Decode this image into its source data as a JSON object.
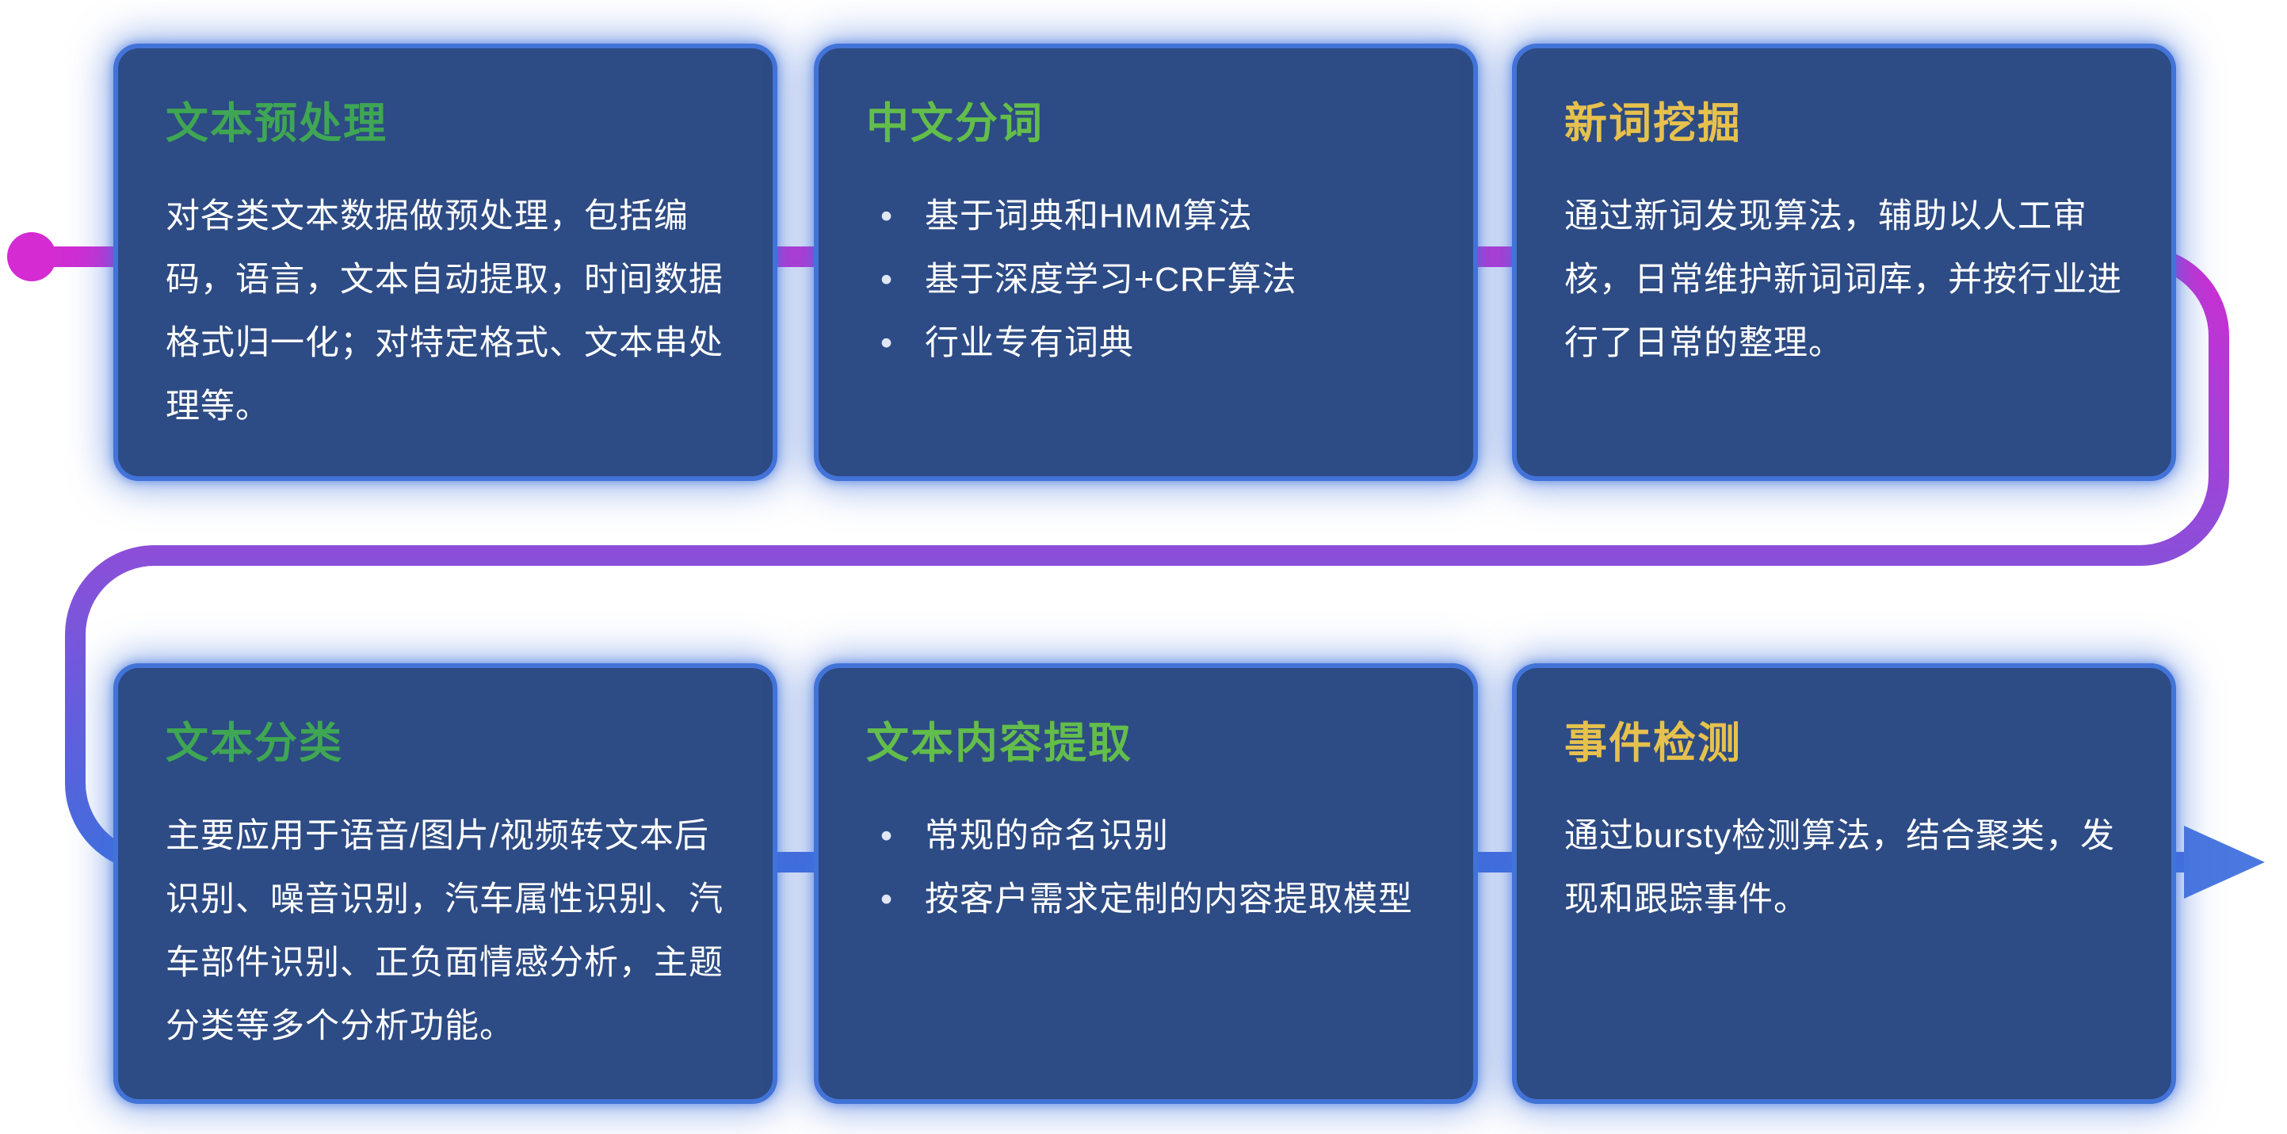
{
  "flow": {
    "start_color": "#d42bd2",
    "mid_color": "#8a4fd9",
    "end_color": "#3f6fdf"
  },
  "cards": [
    {
      "id": "text-preprocessing",
      "title": "文本预处理",
      "title_color": "#3fa653",
      "type": "paragraph",
      "body": "对各类文本数据做预处理，包括编码，语言，文本自动提取，时间数据格式归一化；对特定格式、文本串处理等。"
    },
    {
      "id": "chinese-word-segmentation",
      "title": "中文分词",
      "title_color": "#63bd4b",
      "type": "bullets",
      "bullets": [
        "基于词典和HMM算法",
        "基于深度学习+CRF算法",
        "行业专有词典"
      ]
    },
    {
      "id": "new-word-mining",
      "title": "新词挖掘",
      "title_color": "#e6c14d",
      "type": "paragraph",
      "body": "通过新词发现算法，辅助以人工审核，日常维护新词词库，并按行业进行了日常的整理。"
    },
    {
      "id": "text-classification",
      "title": "文本分类",
      "title_color": "#3fa653",
      "type": "paragraph",
      "body": "主要应用于语音/图片/视频转文本后识别、噪音识别，汽车属性识别、汽车部件识别、正负面情感分析，主题分类等多个分析功能。"
    },
    {
      "id": "text-content-extraction",
      "title": "文本内容提取",
      "title_color": "#63bd4b",
      "type": "bullets",
      "bullets": [
        "常规的命名识别",
        "按客户需求定制的内容提取模型"
      ]
    },
    {
      "id": "event-detection",
      "title": "事件检测",
      "title_color": "#e6c14d",
      "type": "paragraph",
      "body": "通过bursty检测算法，结合聚类，发现和跟踪事件。"
    }
  ]
}
